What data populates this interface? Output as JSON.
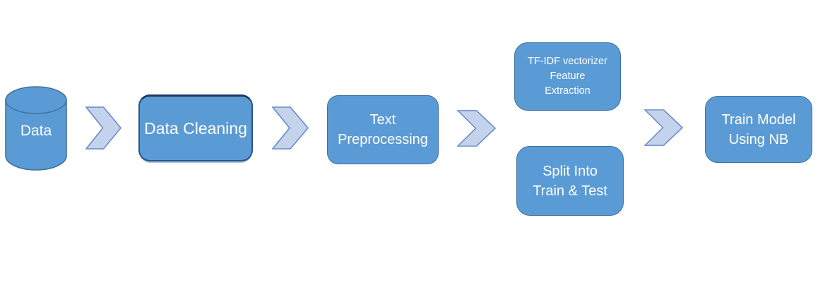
{
  "colors": {
    "canvas_bg": "#ffffff",
    "node_fill": "#5b9bd5",
    "node_border": "#41719c",
    "arrow_fill": "#c4d3eb",
    "arrow_border": "#6b8cc7",
    "label_text": "#ffffff"
  },
  "nodes": {
    "data": {
      "shape": "cylinder",
      "label": "Data"
    },
    "data_cleaning": {
      "shape": "rounded-rectangle",
      "label": "Data Cleaning"
    },
    "text_preprocessing": {
      "shape": "rounded-rectangle",
      "label": "Text\nPreprocessing"
    },
    "tfidf": {
      "shape": "rounded-rectangle",
      "label": "TF-IDF vectorizer\nFeature\nExtraction"
    },
    "split": {
      "shape": "rounded-rectangle",
      "label": "Split Into\nTrain & Test"
    },
    "train": {
      "shape": "rounded-rectangle",
      "label": "Train Model\nUsing NB"
    }
  },
  "arrows": {
    "shape": "chevron-right",
    "count": 4
  }
}
